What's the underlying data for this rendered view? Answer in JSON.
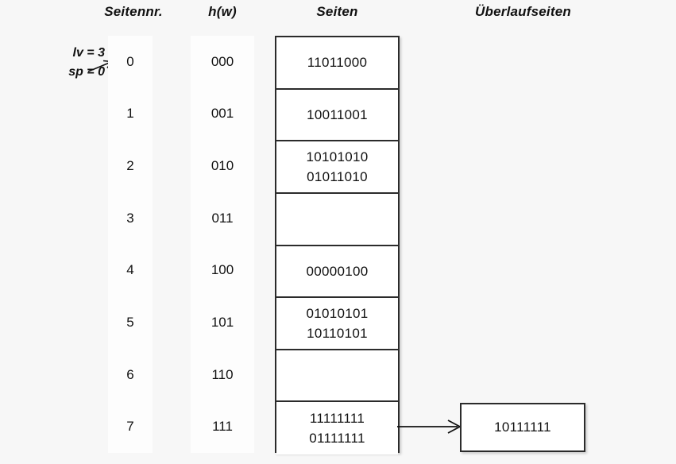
{
  "headers": {
    "seitennr": "Seitennr.",
    "hw": "h(w)",
    "seiten": "Seiten",
    "ueberlaufseiten": "Überlaufseiten"
  },
  "annotation": {
    "lv": "lv = 3",
    "sp": "sp = 0",
    "arrow_icon": "arrow-right-icon"
  },
  "colors": {
    "background": "#f7f7f7",
    "column_fill": "#fdfdfd",
    "box_fill": "#ffffff",
    "stroke": "#2b2b2b",
    "text": "#111111"
  },
  "rows": [
    {
      "seitennr": "0",
      "hw": "000",
      "entries": [
        "11011000"
      ]
    },
    {
      "seitennr": "1",
      "hw": "001",
      "entries": [
        "10011001"
      ]
    },
    {
      "seitennr": "2",
      "hw": "010",
      "entries": [
        "10101010",
        "01011010"
      ]
    },
    {
      "seitennr": "3",
      "hw": "011",
      "entries": []
    },
    {
      "seitennr": "4",
      "hw": "100",
      "entries": [
        "00000100"
      ]
    },
    {
      "seitennr": "5",
      "hw": "101",
      "entries": [
        "01010101",
        "10110101"
      ]
    },
    {
      "seitennr": "6",
      "hw": "110",
      "entries": []
    },
    {
      "seitennr": "7",
      "hw": "111",
      "entries": [
        "11111111",
        "01111111"
      ]
    }
  ],
  "overflow": {
    "arrow_icon": "arrow-right-icon",
    "from_row": "7",
    "entries": [
      "10111111"
    ]
  }
}
